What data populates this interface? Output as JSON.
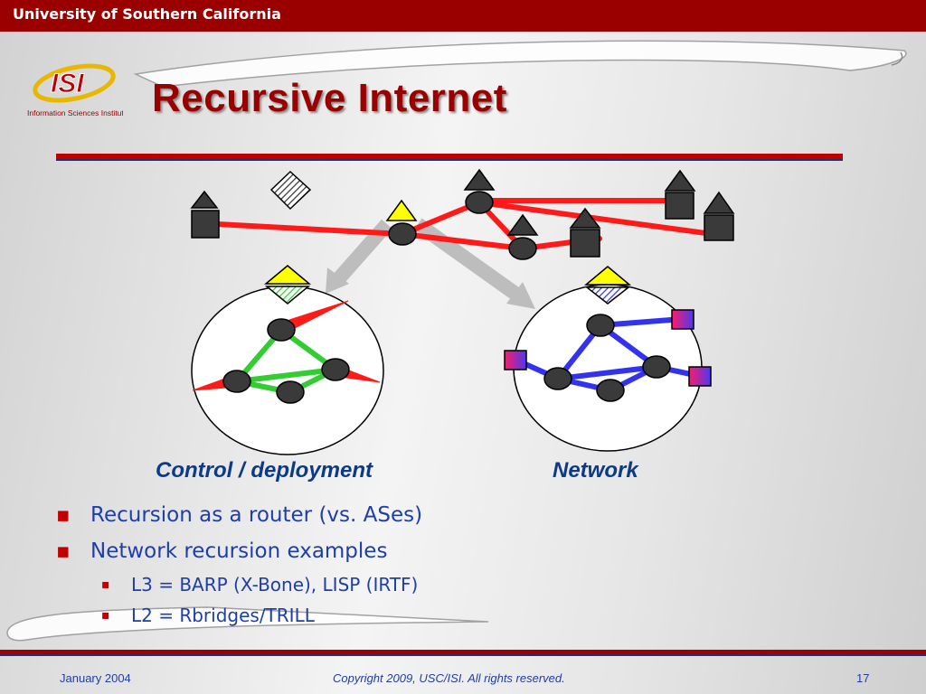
{
  "header": {
    "university": "University of Southern California"
  },
  "logo": {
    "mark": "ISI",
    "subtitle": "Information Sciences Institute"
  },
  "slide": {
    "title": "Recursive Internet"
  },
  "diagram": {
    "caption_left": "Control / deployment",
    "caption_right": "Network"
  },
  "bullets": [
    {
      "text": "Recursion as a router (vs. ASes)",
      "marker": "▪"
    },
    {
      "text": "Network recursion examples",
      "marker": "▪"
    }
  ],
  "subbullets": [
    {
      "text": "L3 = BARP (X-Bone), LISP (IRTF)",
      "marker": "▪"
    },
    {
      "text": "L2 = Rbridges/TRILL",
      "marker": "▪"
    }
  ],
  "footer": {
    "date": "January 2004",
    "copyright": "Copyright 2009, USC/ISI.  All rights reserved.",
    "page": "17"
  },
  "colors": {
    "banner": "#9a0000",
    "title": "#990000",
    "text_blue": "#1e3ea8",
    "caption_blue": "#0b3a86",
    "link_red": "#ff1a1a",
    "link_green": "#33cc33",
    "link_blue": "#3333ee",
    "node_gray": "#3a3a3a"
  }
}
